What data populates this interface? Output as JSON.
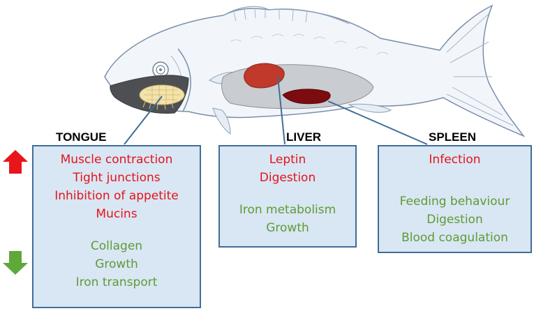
{
  "colors": {
    "panel_fill": "#d9e6f3",
    "panel_border": "#3f6e99",
    "up_text": "#e3141b",
    "down_text": "#5e9b36",
    "up_arrow": "#e8161b",
    "down_arrow": "#5fa83a"
  },
  "icons": {
    "up": "red-up-arrow-icon",
    "down": "green-down-arrow-icon"
  },
  "panels": [
    {
      "title": "TONGUE",
      "up": [
        "Muscle contraction",
        "Tight junctions",
        "Inhibition of appetite",
        "Mucins"
      ],
      "down": [
        "Collagen",
        "Growth",
        "Iron transport"
      ]
    },
    {
      "title": "LIVER",
      "up": [
        "Leptin",
        "Digestion"
      ],
      "down": [
        "Iron metabolism",
        "Growth"
      ]
    },
    {
      "title": "SPLEEN",
      "up": [
        "Infection"
      ],
      "down": [
        "Feeding behaviour",
        "Digestion",
        "Blood coagulation"
      ]
    }
  ]
}
